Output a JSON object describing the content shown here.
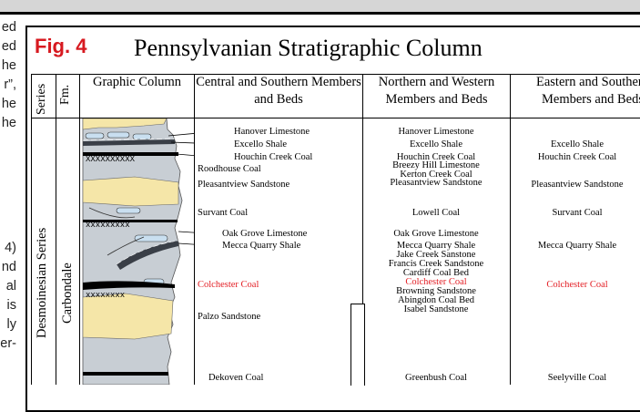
{
  "left_fragments": [
    "ed",
    "ed",
    "he",
    "r”,",
    "he",
    "he",
    "4)",
    "nd",
    "al",
    "is",
    "ly",
    "er-"
  ],
  "figure": {
    "label": "Fig. 4",
    "title": "Pennsylvanian Stratigraphic Column",
    "headers": {
      "series": "Series",
      "fm": "Fm.",
      "graphic": "Graphic Column",
      "central": "Central and Southern Members and Beds",
      "northern": "Northern and Western Members and Beds",
      "eastern": "Eastern and Southern Members and Beds"
    },
    "series_name": "Desmoinesian Series",
    "formation_name": "Carbondale",
    "central_units": [
      "Hanover Limestone",
      "Excello Shale",
      "Houchin Creek Coal",
      "Roodhouse Coal",
      "Pleasantview Sandstone",
      "Survant Coal",
      "Oak Grove Limestone",
      "Mecca Quarry Shale",
      "Colchester Coal",
      "Palzo Sandstone",
      "Dekoven Coal"
    ],
    "northern_units": [
      "Hanover Limestone",
      "Excello Shale",
      "Houchin Creek Coal",
      "Breezy Hill Limestone",
      "Kerton Creek Coal",
      "Pleasantview Sandstone",
      "Lowell Coal",
      "Oak Grove Limestone",
      "Mecca Quarry Shale",
      "Jake Creek Sanstone",
      "Francis Creek Sandstone",
      "Cardiff Coal Bed",
      "Colchester Coal",
      "Browning Sandstone",
      "Abingdon Coal Bed",
      "Isabel Sandstone",
      "Greenbush Coal"
    ],
    "eastern_units": [
      "Excello Shale",
      "Houchin Creek Coal",
      "Pleasantview Sandstone",
      "Survant Coal",
      "Mecca Quarry Shale",
      "Colchester Coal",
      "Seelyville Coal"
    ],
    "colors": {
      "accent_red": "#e31e24",
      "sandstone": "#f5e6a8",
      "shale": "#c8ced4",
      "coal": "#000000",
      "limestone": "#c9dff0"
    }
  }
}
